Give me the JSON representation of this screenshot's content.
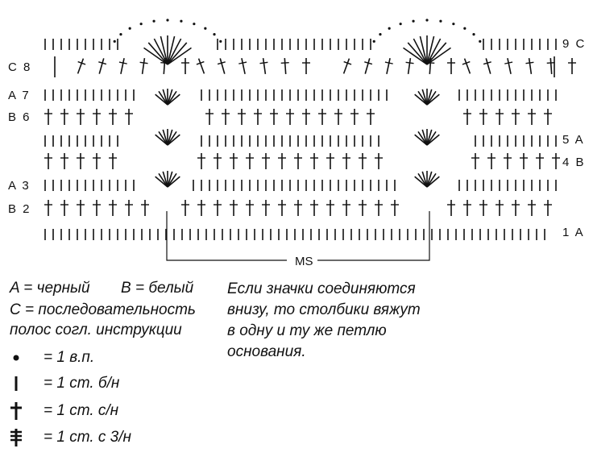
{
  "rows_left": [
    {
      "label": "C 8"
    },
    {
      "label": "A 7"
    },
    {
      "label": "B 6"
    },
    {
      "label": "A 3"
    },
    {
      "label": "B 2"
    }
  ],
  "rows_right": [
    {
      "label": "9 C"
    },
    {
      "label": "5 A"
    },
    {
      "label": "4 B"
    },
    {
      "label": "1 A"
    }
  ],
  "ms_label": "MS",
  "legend": {
    "a_black": "A = черный",
    "b_white": "B = белый",
    "c_line1": "C = последовательность",
    "c_line2": "полос согл. инструкции"
  },
  "key": [
    {
      "symbol": "chain-stitch-icon",
      "text": "= 1 в.п."
    },
    {
      "symbol": "single-crochet-icon",
      "text": "= 1 ст. б/н"
    },
    {
      "symbol": "double-crochet-icon",
      "text": "= 1 ст. с/н"
    },
    {
      "symbol": "treble-crochet-icon",
      "text": "= 1 ст. с 3/н"
    }
  ],
  "note": {
    "line1": "Если значки соединяются",
    "line2": "внизу, то столбики вяжут",
    "line3": "в одну и ту же петлю",
    "line4": "основания."
  }
}
